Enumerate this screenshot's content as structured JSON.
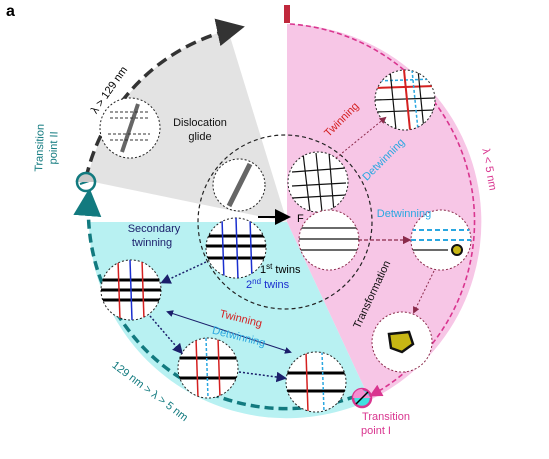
{
  "panel_label": "a",
  "regimes": {
    "large_lambda": "λ > 129 nm",
    "small_lambda": "λ < 5 nm",
    "mid_lambda": "129 nm > λ > 5 nm"
  },
  "transition_points": {
    "point_ii": [
      "Transition",
      "point II"
    ],
    "point_i": [
      "Transition",
      "point I"
    ]
  },
  "labels": {
    "dislocation_glide": [
      "Dislocation",
      "glide"
    ],
    "twinning_top": "Twinning",
    "detwinning_top": "Detwinning",
    "detwinning_right": "Detwinning",
    "transformation": "Transformation",
    "secondary_twinning": [
      "Secondary",
      "twinning"
    ],
    "twinning_bottom": "Twinning",
    "detwinning_bottom": "Detwinning",
    "force": "F",
    "first_twins_num": "1",
    "first_twins_sup": "st",
    "first_twins_rest": " twins",
    "second_twins_num": "2",
    "second_twins_sup": "nd",
    "second_twins_rest": " twins"
  },
  "colors": {
    "pink_region": "#f7c6e6",
    "cyan_region": "#b8f1f2",
    "grey_region": "#e3e3e3",
    "magenta": "#d9358f",
    "teal": "#127a7f",
    "twinning_red": "#d42020",
    "detwinning_blue": "#2aa7e0",
    "second_twins_blue": "#1a2fcf",
    "navy": "#1b1f6b"
  }
}
